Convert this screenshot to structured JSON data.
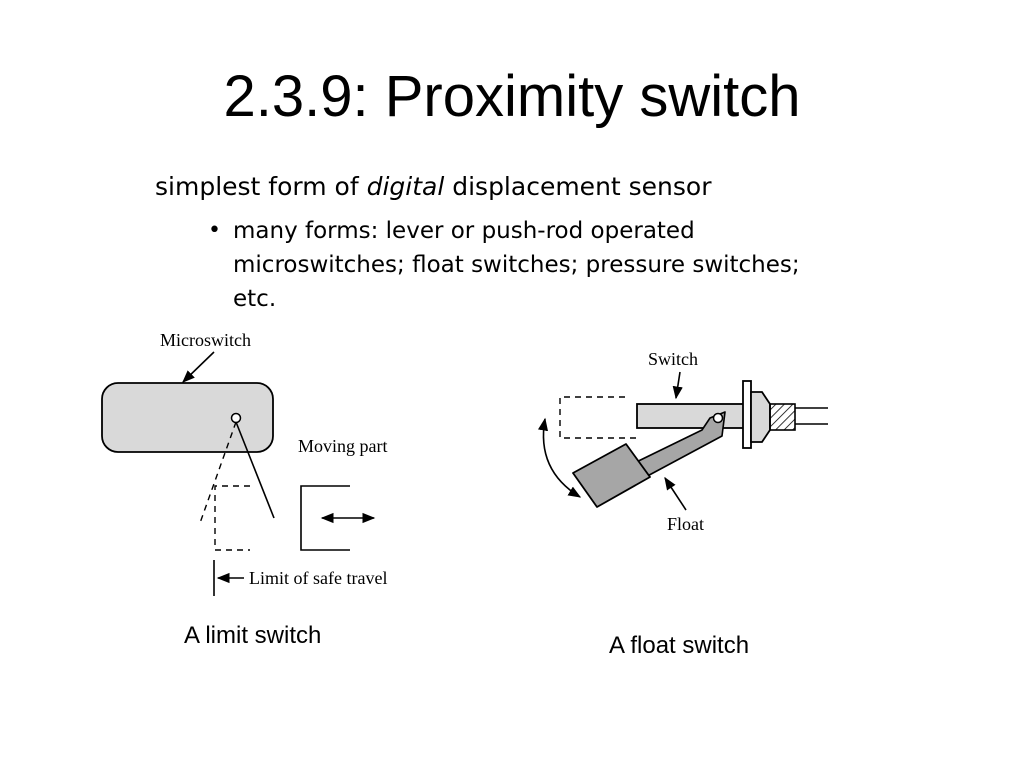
{
  "slide": {
    "title": "2.3.9: Proximity switch",
    "lead": {
      "before": "simplest form of ",
      "emphasis": "digital",
      "after": " displacement sensor"
    },
    "bullet": {
      "marker": "•",
      "lines": [
        "many forms: lever or push-rod operated",
        "microswitches; float switches; pressure switches;",
        "etc."
      ]
    }
  },
  "figure_limit": {
    "labels": {
      "microswitch": "Microswitch",
      "moving_part": "Moving part",
      "limit": "Limit of safe travel"
    },
    "caption": "A limit switch"
  },
  "figure_float": {
    "labels": {
      "switch": "Switch",
      "float": "Float"
    },
    "caption": "A float switch"
  },
  "colors": {
    "body_fill": "#d9d9d9",
    "float_fill": "#a6a6a6",
    "ink": "#000000"
  }
}
